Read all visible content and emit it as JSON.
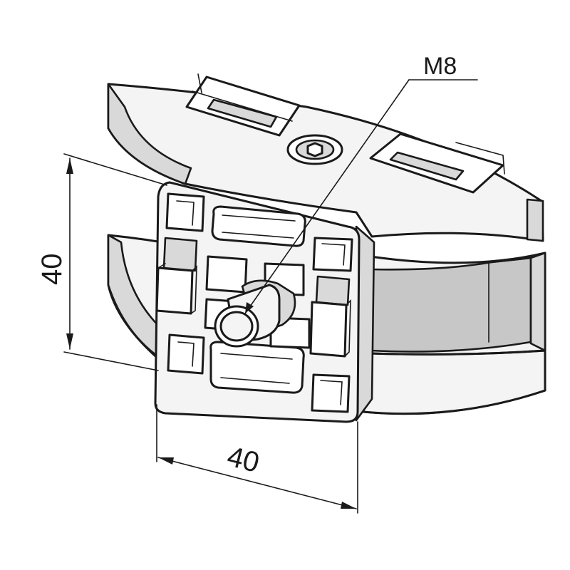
{
  "callout": {
    "thread_label": "M8"
  },
  "dimensions": {
    "height_label": "40",
    "width_label": "40"
  }
}
